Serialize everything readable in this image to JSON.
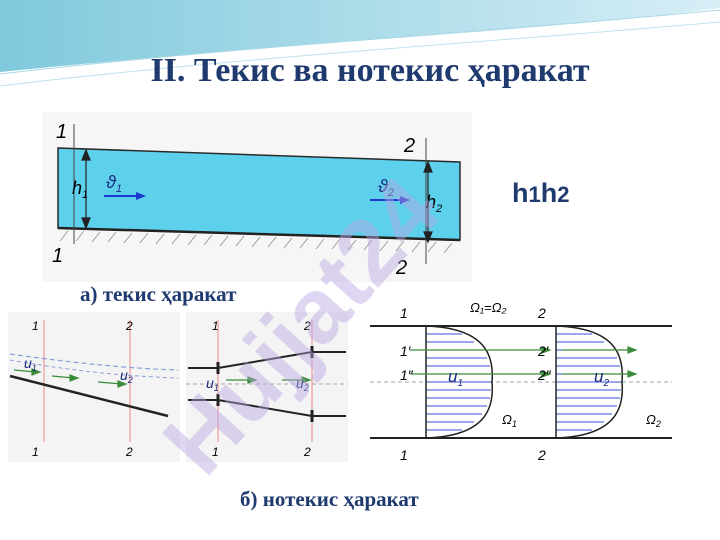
{
  "title": "II. Текис ва нотекис ҳаракат",
  "h_label": {
    "h": "h",
    "i1": "1",
    "h2": "h",
    "i2": "2"
  },
  "captions": {
    "a": "а) текис ҳаракат",
    "b": "б) нотекис ҳаракат"
  },
  "fig_a": {
    "sec1_top": "1",
    "sec1_bottom": "1",
    "sec2_top": "2",
    "sec2_bottom": "2",
    "h1": "h",
    "h1_sub": "1",
    "h2": "h",
    "h2_sub": "2",
    "v1": "ϑ",
    "v1_sub": "1",
    "v2": "ϑ",
    "v2_sub": "2"
  },
  "fig_b1": {
    "s1_top": "1",
    "s2_top": "2",
    "s1_bottom": "1",
    "s2_bottom": "2",
    "u1": "u",
    "u1_sub": "1",
    "u2": "u",
    "u2_sub": "2"
  },
  "fig_b2": {
    "s1_top": "1",
    "s2_top": "2",
    "s1_bottom": "1",
    "s2_bottom": "2",
    "u1": "u",
    "u1_sub": "1",
    "u2": "u",
    "u2_sub": "2"
  },
  "fig_b3": {
    "omega_eq": "Ω₁=Ω₂",
    "s1_top": "1",
    "s2_top": "2",
    "s1p": "1′",
    "s2p": "2′",
    "s1pp": "1″",
    "s2pp": "2″",
    "s1_bottom": "1",
    "s2_bottom": "2",
    "u1": "u",
    "u1_sub": "1",
    "u2": "u",
    "u2_sub": "2",
    "omega1": "Ω",
    "omega1_sub": "1",
    "omega2": "Ω",
    "omega2_sub": "2"
  },
  "watermark": "Hujjat24",
  "colors": {
    "water": "#5dd0ec",
    "title": "#1f3a6e",
    "arrow": "#3a8c3a",
    "profile": "#1a2fc0",
    "watermark": "#b9a6e0"
  }
}
